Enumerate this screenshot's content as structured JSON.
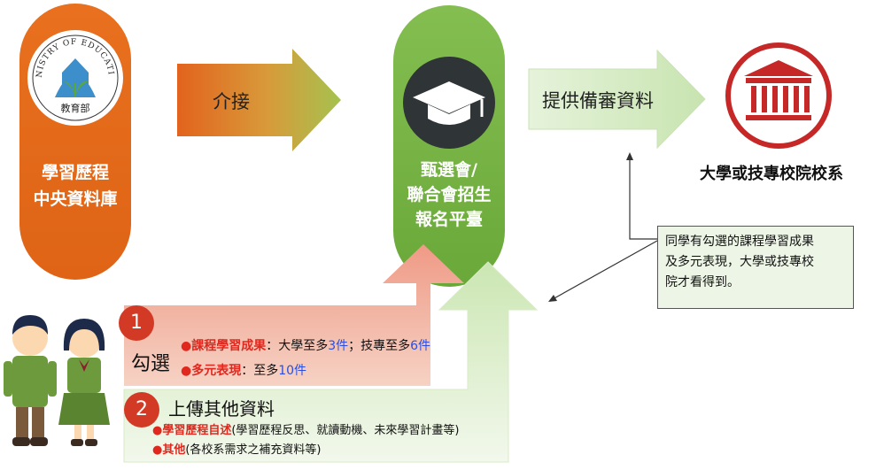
{
  "moe": {
    "seal_text": "MINISTRY OF EDUCATION",
    "seal_cn": "教育部",
    "label_line1": "學習歷程",
    "label_line2": "中央資料庫"
  },
  "arrow1": {
    "label": "介接"
  },
  "center": {
    "line1": "甄選會/",
    "line2": "聯合會招生",
    "line3": "報名平臺"
  },
  "arrow2": {
    "label": "提供備審資料"
  },
  "university": {
    "label": "大學或技專校院校系"
  },
  "note": {
    "line1": "同學有勾選的課程學習成果",
    "line2": "及多元表現，大學或技專校",
    "line3": "院才看得到。"
  },
  "step1": {
    "number": "1",
    "title": "勾選",
    "item1_key": "課程學習成果",
    "item1_colon": "：大學至多",
    "item1_n1": "3件",
    "item1_mid": "；技專至多",
    "item1_n2": "6件",
    "item2_key": "多元表現",
    "item2_colon": "：至多",
    "item2_n": "10件"
  },
  "step2": {
    "number": "2",
    "title": "上傳其他資料",
    "item1_key": "學習歷程自述",
    "item1_rest": "(學習歷程反思、就讀動機、未來學習計畫等)",
    "item2_key": "其他",
    "item2_rest": "(各校系需求之補充資料等)"
  },
  "colors": {
    "orange": "#e06a1c",
    "green": "#7ab648",
    "red": "#c62828",
    "note_bg": "#edf6e6"
  }
}
